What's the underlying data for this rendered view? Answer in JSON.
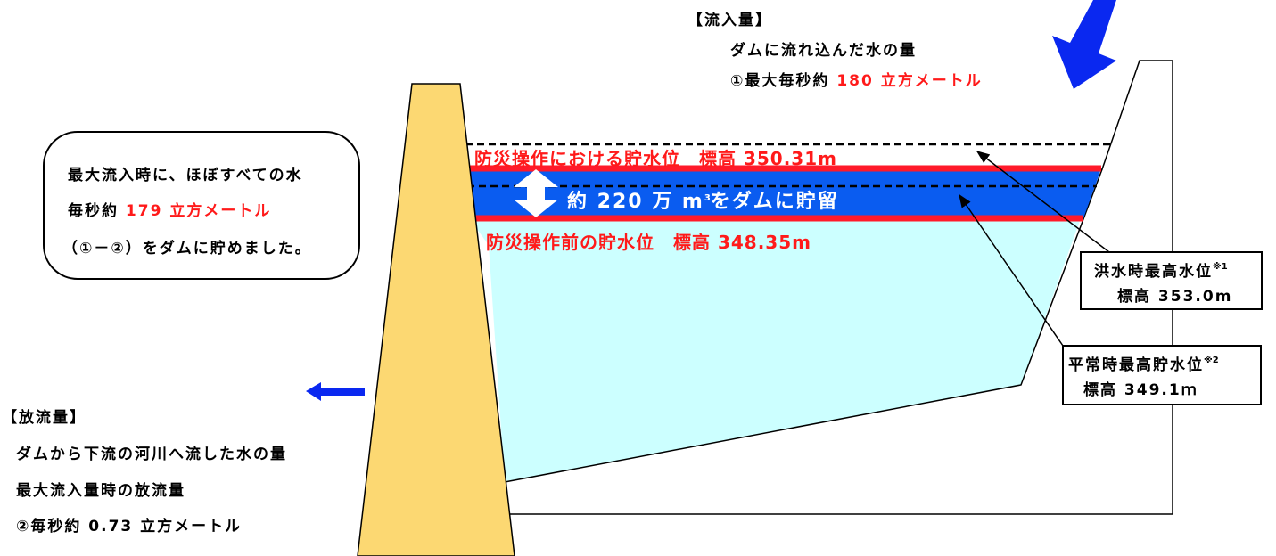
{
  "inflow": {
    "heading": "【流入量】",
    "desc": "ダムに流れ込んだ水の量",
    "max_prefix": "①最大毎秒約",
    "max_value": "180 立方メートル"
  },
  "callout": {
    "line1": "最大流入時に、ほぼすべての水",
    "line2_prefix": "毎秒約",
    "line2_value": "179 立方メートル",
    "line3": "（①－②）をダムに貯めました。"
  },
  "levels": {
    "disaster_op": "防災操作における貯水位　標高 350.31m",
    "storage_prefix": "約 220 万 m",
    "storage_sup": "3",
    "storage_suffix": "をダムに貯留",
    "pre_op": "防災操作前の貯水位　標高 348.35m"
  },
  "flood_box": {
    "label": "洪水時最高水位",
    "note": "※1",
    "elevation": "標高 353.0m"
  },
  "normal_box": {
    "label": "平常時最高貯水位",
    "note": "※2",
    "elevation": "標高 349.1ｍ"
  },
  "outflow": {
    "heading": "【放流量】",
    "desc": "ダムから下流の河川へ流した水の量",
    "desc2": "最大流入量時の放流量",
    "max_value": "②毎秒約 0.73 立方メートル"
  },
  "colors": {
    "dam": "#fcd872",
    "water": "#ccffff",
    "storage_band": "#0a5cf0",
    "level_line": "#ff1a2a",
    "arrow": "#0a28f0",
    "highlight_text": "#ff1a1a"
  }
}
